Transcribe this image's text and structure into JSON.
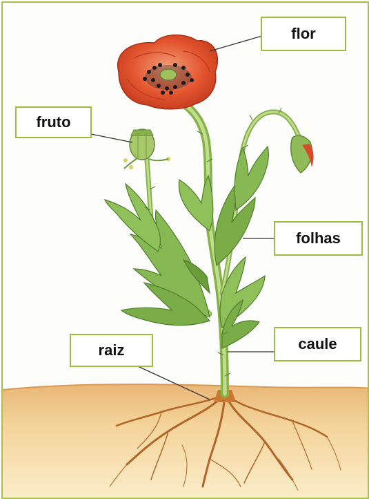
{
  "labels": {
    "flor": "flor",
    "fruto": "fruto",
    "folhas": "folhas",
    "caule": "caule",
    "raiz": "raiz"
  },
  "colors": {
    "frame": "#a9c04a",
    "label_border": "#9cbd3c",
    "petal": "#e0502c",
    "stem": "#9fc463",
    "leaf": "#7fae4a",
    "soil": "#f0c785",
    "root": "#b56a2a"
  }
}
